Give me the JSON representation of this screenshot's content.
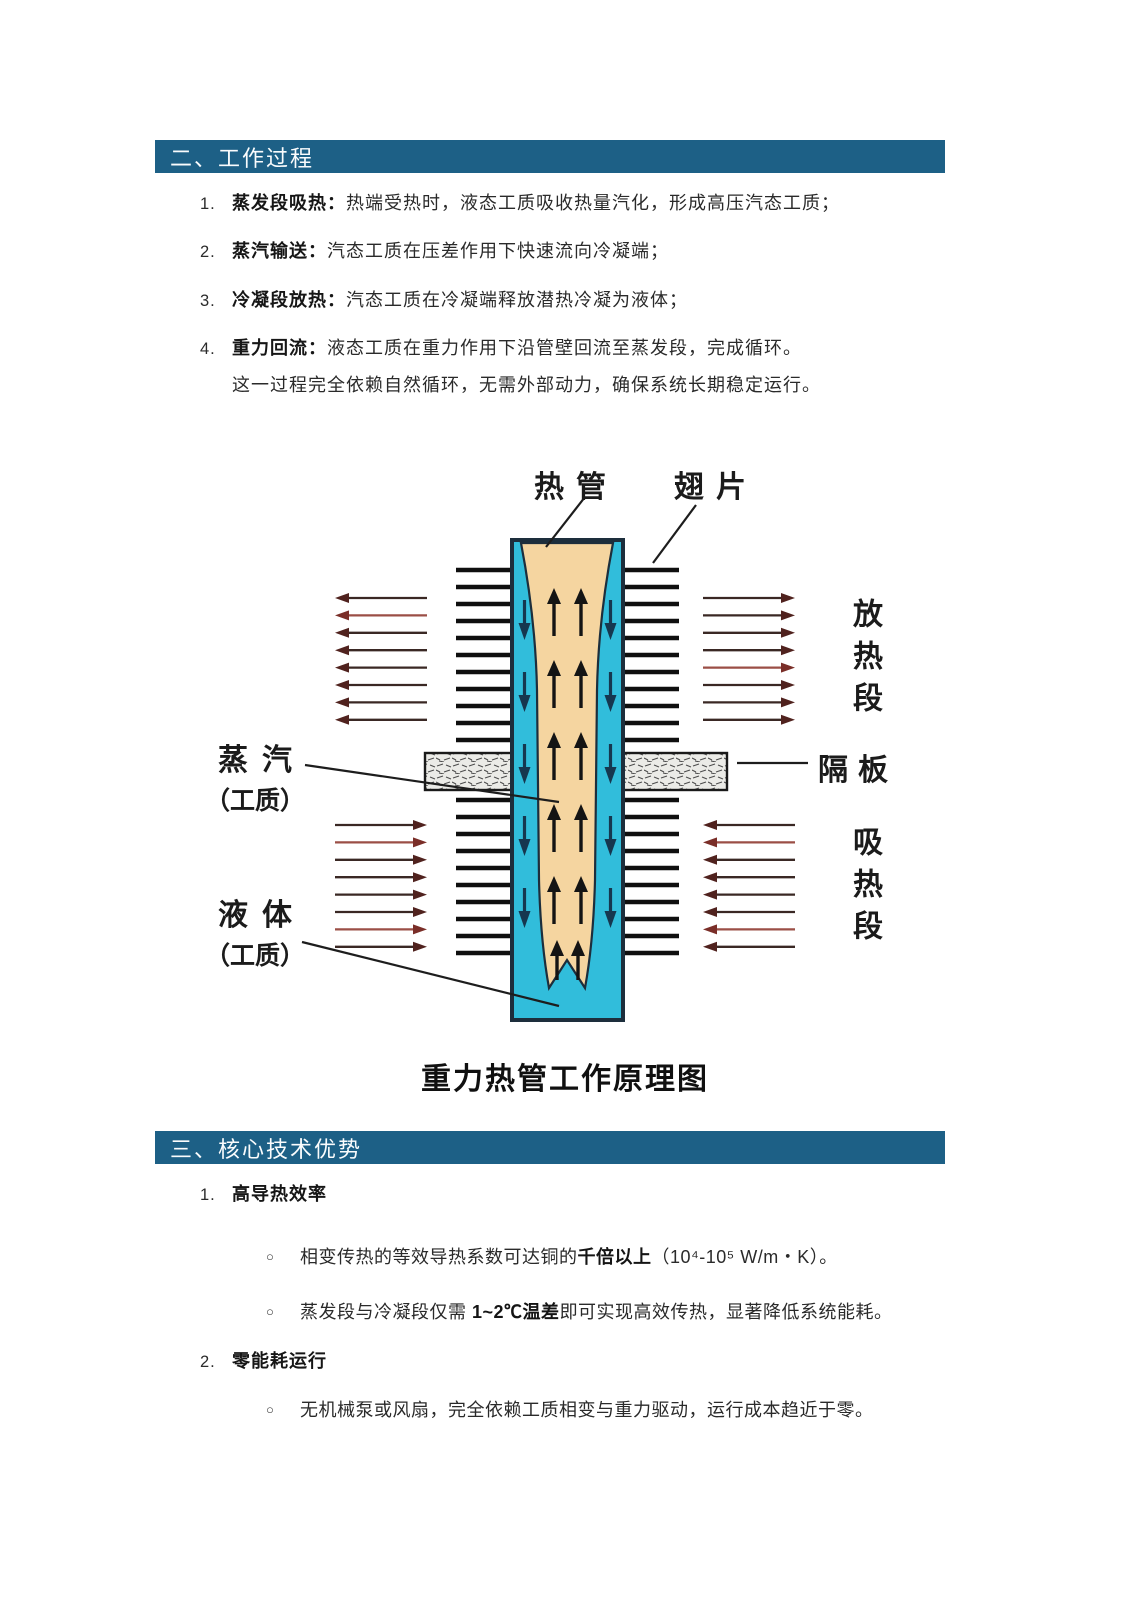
{
  "theme": {
    "header_bg": "#1d6086",
    "header_text_color": "#fafcfd",
    "body_text_color": "#252525",
    "page_bg": "#ffffff"
  },
  "section_work_process": {
    "title": "二、工作过程",
    "items": [
      {
        "num": "1.",
        "term": "蒸发段吸热：",
        "text": "热端受热时，液态工质吸收热量汽化，形成高压汽态工质；"
      },
      {
        "num": "2.",
        "term": "蒸汽输送：",
        "text": "汽态工质在压差作用下快速流向冷凝端；"
      },
      {
        "num": "3.",
        "term": "冷凝段放热：",
        "text": "汽态工质在冷凝端释放潜热冷凝为液体；"
      },
      {
        "num": "4.",
        "term": "重力回流：",
        "text": "液态工质在重力作用下沿管壁回流至蒸发段，完成循环。",
        "text2": "这一过程完全依赖自然循环，无需外部动力，确保系统长期稳定运行。"
      }
    ]
  },
  "diagram": {
    "caption": "重力热管工作原理图",
    "labels": {
      "heat_pipe": "热管",
      "fin": "翅片",
      "heat_release_section": "放热段",
      "partition": "隔板",
      "heat_absorb_section": "吸热段",
      "vapor": "蒸汽",
      "vapor_sub": "（工质）",
      "liquid": "液体",
      "liquid_sub": "（工质）"
    },
    "colors": {
      "tube": "#31bddb",
      "core": "#f5d5a0",
      "outline": "#1d2e3c",
      "fin": "#0f0f0f",
      "partition_fill": "#ebebe7",
      "up_arrow": "#141414",
      "down_arrow": "#16374f",
      "flow_arrow": "#3a2824",
      "flow_arrow_head": "#50221e",
      "flow_arrow_red": "#9b4f46"
    }
  },
  "section_advantages": {
    "title": "三、核心技术优势",
    "items": [
      {
        "num": "1.",
        "term": "高导热效率"
      },
      {
        "num": "2.",
        "term": "零能耗运行"
      }
    ],
    "bullets": [
      {
        "marker": "○",
        "pre": "相变传热的等效导热系数可达铜的",
        "bold": "千倍以上",
        "post": "（10⁴-10⁵ W/m・K）。"
      },
      {
        "marker": "○",
        "pre": "蒸发段与冷凝段仅需 ",
        "bold": "1~2℃温差",
        "post": "即可实现高效传热，显著降低系统能耗。"
      },
      {
        "marker": "○",
        "pre": "无机械泵或风扇，完全依赖工质相变与重力驱动，运行成本趋近于零。",
        "bold": "",
        "post": ""
      }
    ]
  }
}
